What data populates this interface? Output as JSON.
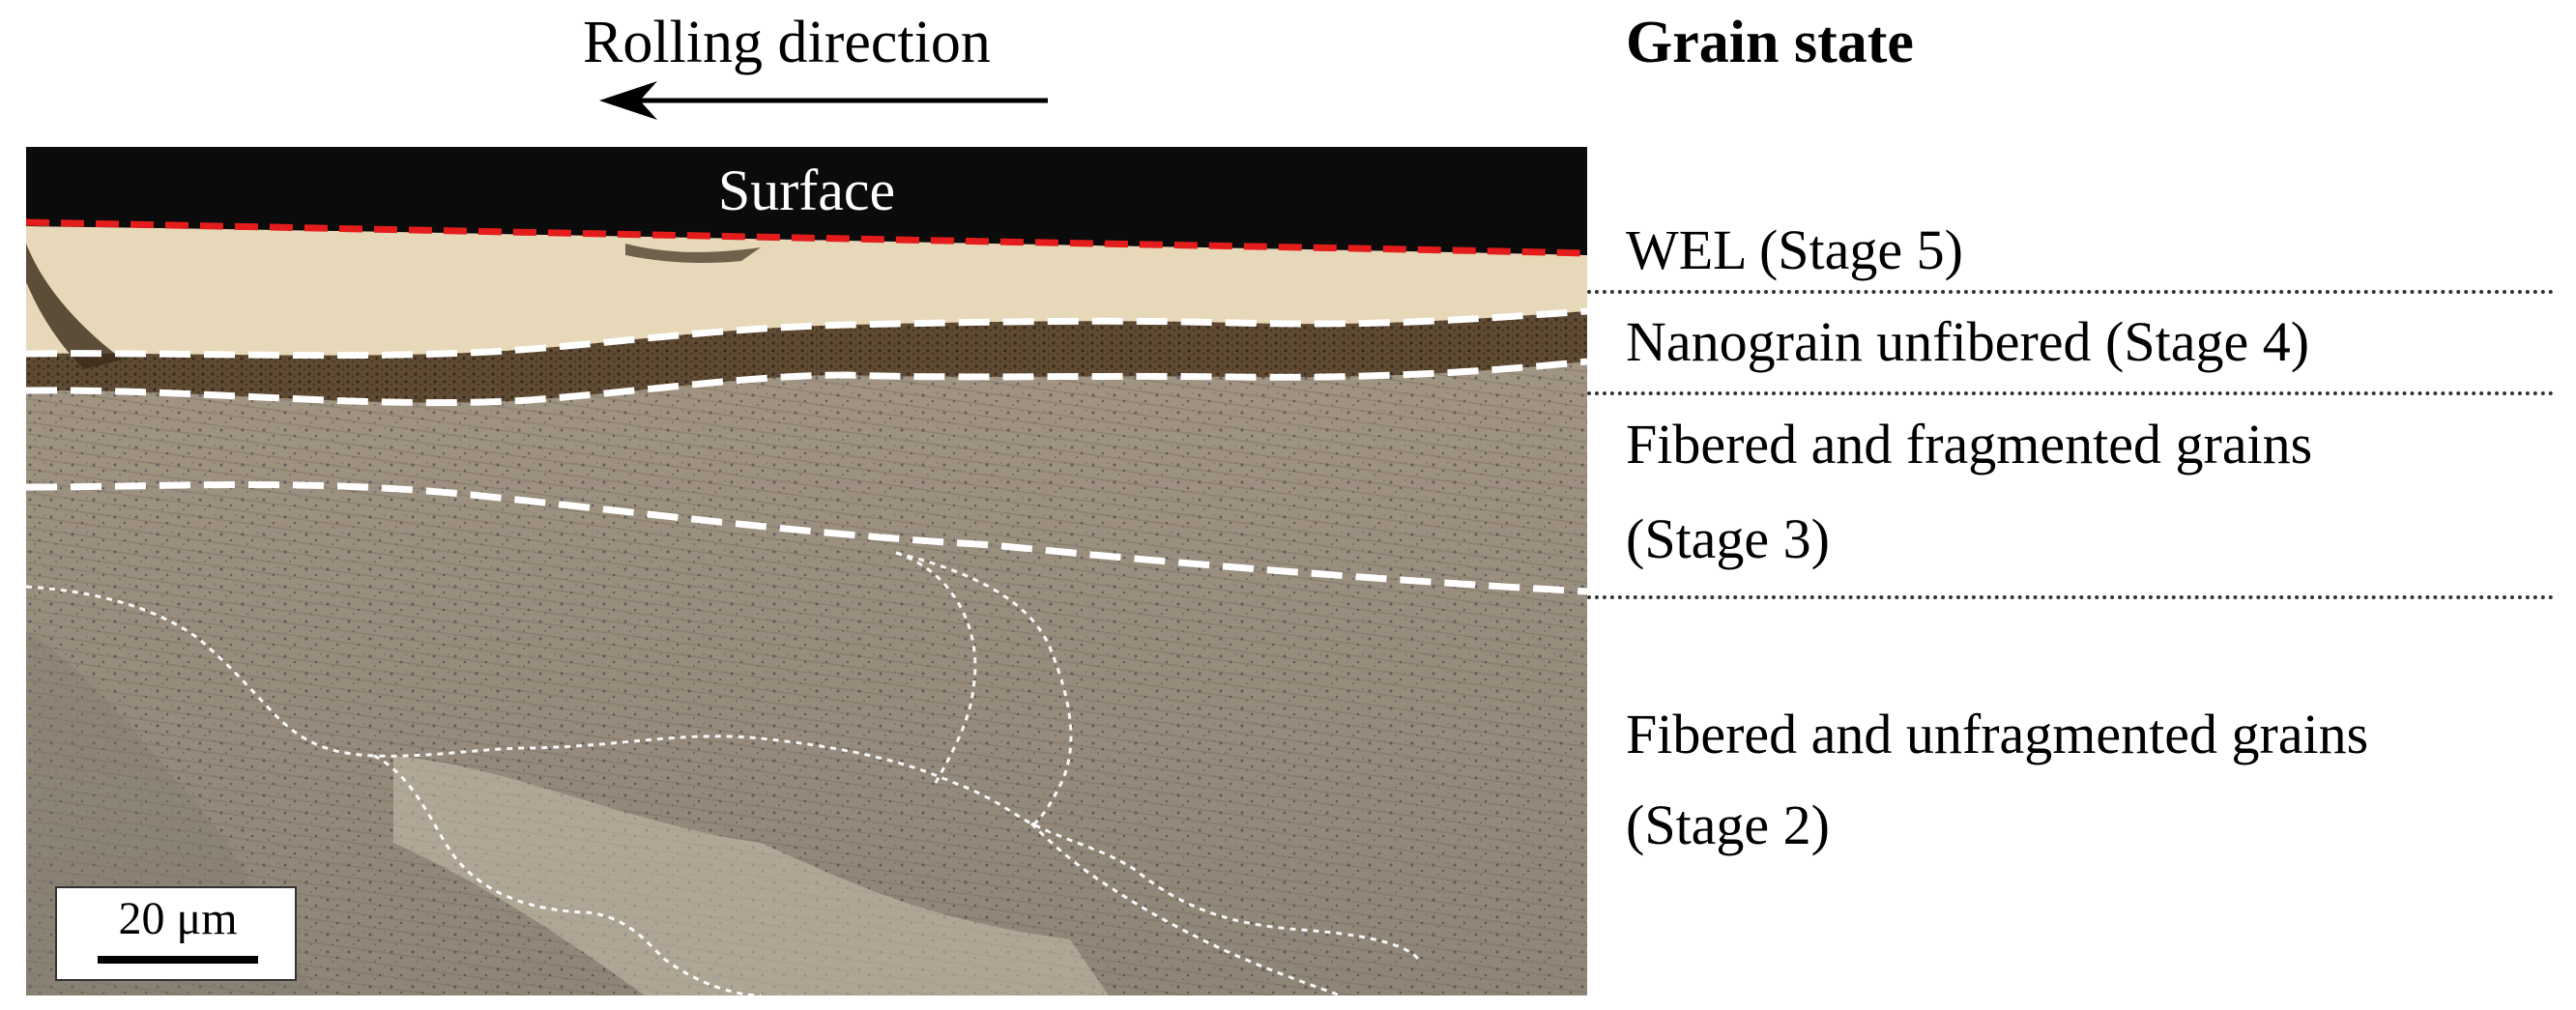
{
  "header": {
    "rolling_direction": "Rolling direction",
    "grain_state": "Grain state"
  },
  "micrograph": {
    "surface_label": "Surface",
    "scale_bar_label": "20 μm",
    "colors": {
      "surface_line": "#e51c1c",
      "stage_boundary": "#ffffff",
      "top_black": "#0b0b0b",
      "wel_layer": "#e6d8b8",
      "nano_layer": "#5a4530",
      "matrix": "#9c9080"
    }
  },
  "stages": [
    {
      "line1": "WEL (Stage 5)"
    },
    {
      "line1": "Nanograin unfibered (Stage 4)"
    },
    {
      "line1": "Fibered and fragmented grains",
      "line2": "(Stage 3)"
    },
    {
      "line1": "Fibered and unfragmented grains",
      "line2": "(Stage 2)"
    }
  ]
}
